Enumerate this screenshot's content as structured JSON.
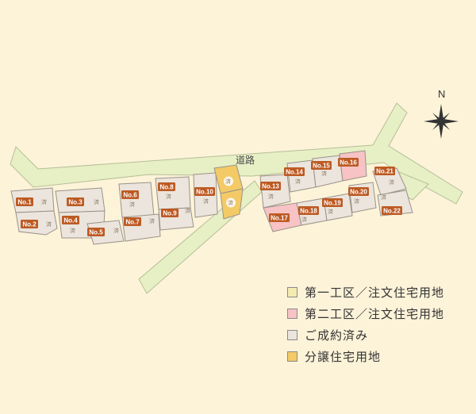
{
  "road_label": "道路",
  "compass_label": "N",
  "sold_mark": "済",
  "colors": {
    "background": "#fdf3d9",
    "road": "#e7efc5",
    "road_stroke": "#b5bf97",
    "lot_sold": "#ebe5dd",
    "lot_stroke": "#9a9288",
    "label_bg": "#bd5a23",
    "phase1": "#f3ebb0",
    "phase2": "#f7c3c5",
    "sold": "#ebe5dd",
    "subdivision": "#f3ca66"
  },
  "lots": [
    {
      "label": "No.1",
      "status": "sold"
    },
    {
      "label": "No.2",
      "status": "sold"
    },
    {
      "label": "No.3",
      "status": "sold"
    },
    {
      "label": "No.4",
      "status": "sold"
    },
    {
      "label": "No.5",
      "status": "sold"
    },
    {
      "label": "No.6",
      "status": "sold"
    },
    {
      "label": "No.7",
      "status": "sold"
    },
    {
      "label": "No.8",
      "status": "sold"
    },
    {
      "label": "No.9",
      "status": "sold"
    },
    {
      "label": "No.10",
      "status": "sold"
    },
    {
      "label": "",
      "status": "subdivision-sold"
    },
    {
      "label": "",
      "status": "subdivision-sold"
    },
    {
      "label": "No.13",
      "status": "sold"
    },
    {
      "label": "No.14",
      "status": "sold"
    },
    {
      "label": "No.15",
      "status": "sold"
    },
    {
      "label": "No.16",
      "status": "phase2"
    },
    {
      "label": "No.17",
      "status": "phase2"
    },
    {
      "label": "No.18",
      "status": "sold"
    },
    {
      "label": "No.19",
      "status": "sold"
    },
    {
      "label": "No.20",
      "status": "sold"
    },
    {
      "label": "No.21",
      "status": "sold"
    },
    {
      "label": "No.22",
      "status": "sold"
    }
  ],
  "legend": [
    {
      "label": "第一工区／注文住宅用地",
      "color": "#f3ebb0"
    },
    {
      "label": "第二工区／注文住宅用地",
      "color": "#f7c3c5"
    },
    {
      "label": "ご成約済み",
      "color": "#ebe5dd"
    },
    {
      "label": "分譲住宅用地",
      "color": "#f3ca66"
    }
  ]
}
